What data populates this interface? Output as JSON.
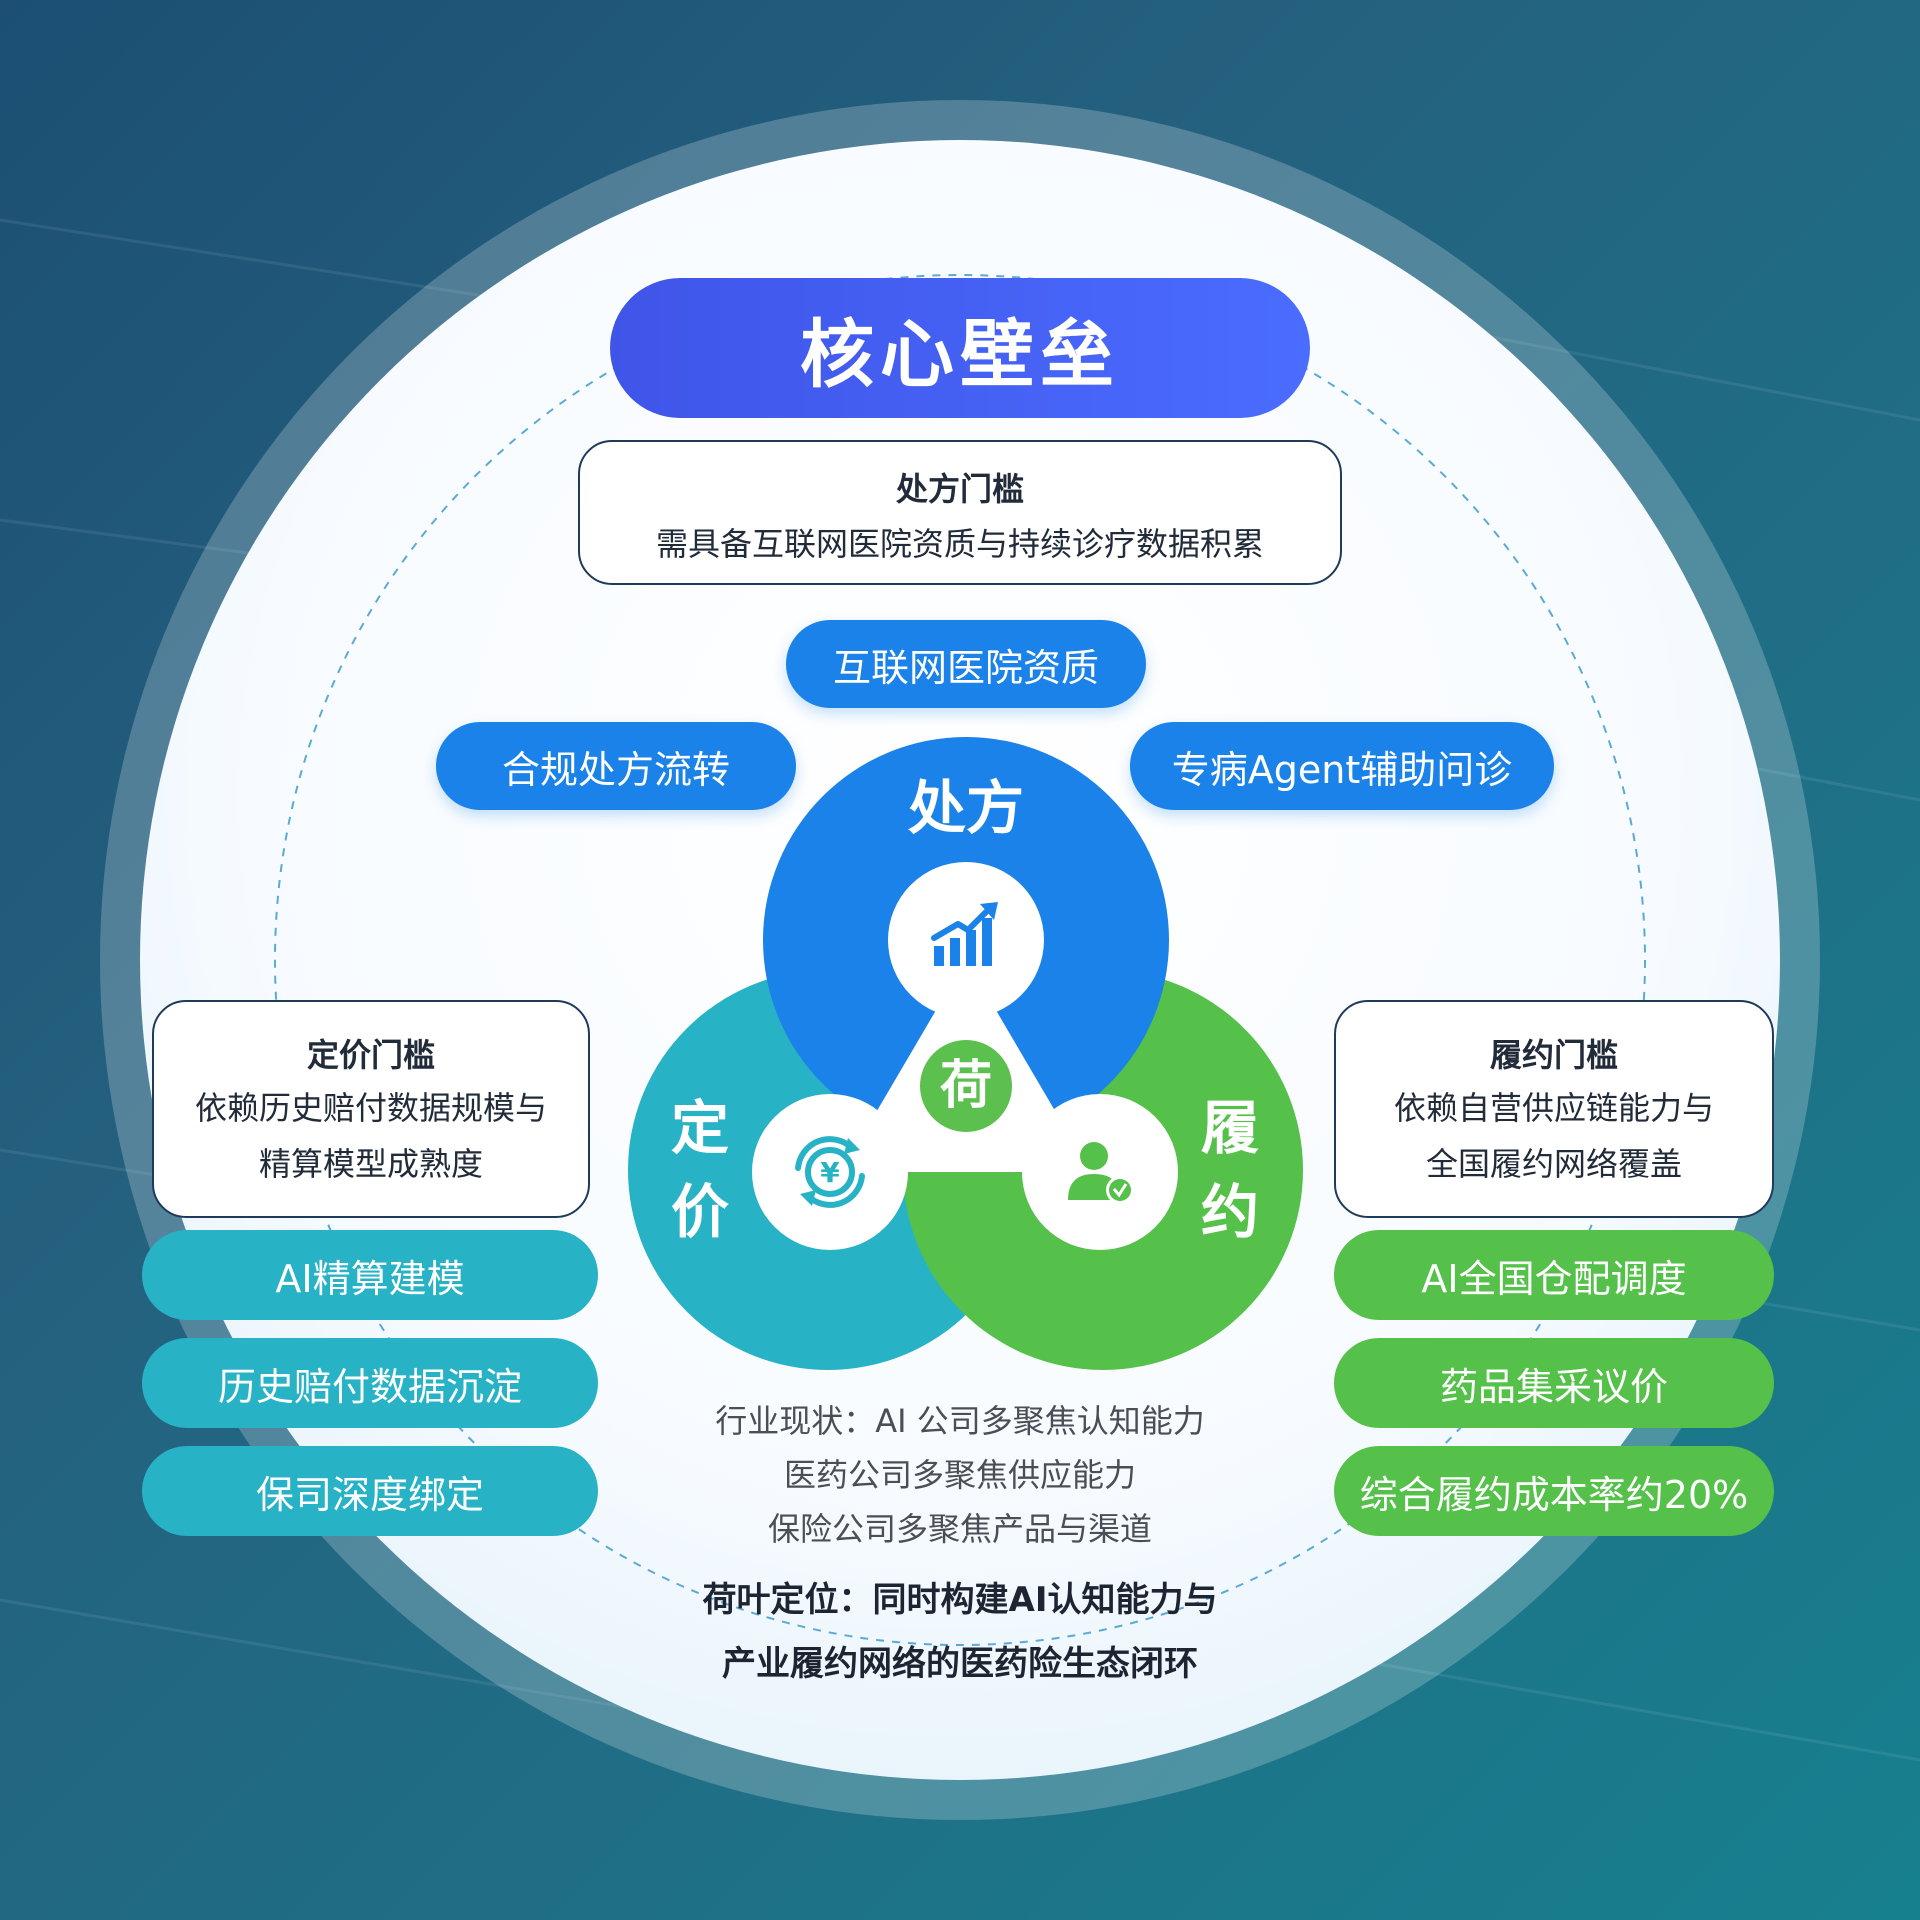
{
  "title": "核心壁垒",
  "prescription": {
    "box_title": "处方门槛",
    "box_text": "需具备互联网医院资质与持续诊疗数据积累",
    "lobe_label": "处方",
    "pills": [
      "互联网医院资质",
      "合规处方流转",
      "专病Agent辅助问诊"
    ]
  },
  "pricing": {
    "box_title": "定价门槛",
    "box_lines": [
      "依赖历史赔付数据规模与",
      "精算模型成熟度"
    ],
    "lobe_label_1": "定",
    "lobe_label_2": "价",
    "pills": [
      "AI精算建模",
      "历史赔付数据沉淀",
      "保司深度绑定"
    ]
  },
  "fulfillment": {
    "box_title": "履约门槛",
    "box_lines": [
      "依赖自营供应链能力与",
      "全国履约网络覆盖"
    ],
    "lobe_label_1": "履",
    "lobe_label_2": "约",
    "pills": [
      "AI全国仓配调度",
      "药品集采议价",
      "综合履约成本率约20%"
    ]
  },
  "center_logo_char": "荷",
  "icons": [
    "growth-chart-icon",
    "yuan-exchange-icon",
    "verified-user-icon",
    "lotus-logo-icon"
  ],
  "status": {
    "lines": [
      "行业现状：AI 公司多聚焦认知能力",
      "医药公司多聚焦供应能力",
      "保险公司多聚焦产品与渠道"
    ]
  },
  "positioning": {
    "lines": [
      "荷叶定位：同时构建AI认知能力与",
      "产业履约网络的医药险生态闭环"
    ]
  },
  "colors": {
    "prescription_blue": "#1a82e8",
    "pricing_teal": "#28b2c6",
    "fulfillment_green": "#55c04a",
    "title_indigo": "#4a5cf0"
  }
}
